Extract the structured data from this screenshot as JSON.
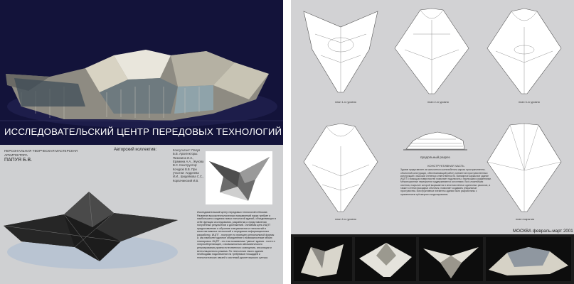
{
  "title": "ИССЛЕДОВАТЕЛЬСКИЙ ЦЕНТР ПЕРЕДОВЫХ ТЕХНОЛОГИЙ",
  "studio": "ПЕРСОНАЛЬНАЯ ТВОРЧЕСКАЯ МАСТЕРСКАЯ АРХИТЕКТОРА",
  "author": "ПАПУЯ Б.В.",
  "team_heading": "Авторский коллектив:",
  "team": "Консультант: Папуя Б.В. Архитекторы: Пизинина И.З., Ерамина А.А., Жукова В.С. Конструктор: Кочуров В.В. При участии: Андреева И.И., Шидейкова С.С., Корпачинский И.В.",
  "description": "Исследовательский центр передовых технологий в Москве. Развитие высокотехнологичных направлений науки требует и наибольшего создания новых типологий зданий, объединяющих в себе функции исследования, разработки и представления полученных результатов и достижений. Основная цель ИЦПТ предоставление и обучение специалистов и технологий в качестве важных технологий и передовых информационных разработок. ИЦПТ - построен по принципу региональной формы и, как наиболее удачное объединение с возможностями гибких планировок. ИЦПТ - это так называемые 'умные' здания - почти и энергосберегающие, с возможностью автоматического регулирования уровня естественного освещения, инсоляции и вентиляционного режима. По технологии такого здания необходимо подключение на требуемые площадей и технологических связей с системой диспетчерского центра.",
  "plans": [
    {
      "label": "план 1-го уровня"
    },
    {
      "label": "план 2-го уровня"
    },
    {
      "label": "план 3-го уровня"
    },
    {
      "label": "план 4-го уровня"
    },
    {
      "label": "план покрытия"
    }
  ],
  "section_label": "продольный разрез",
  "constr_heading": "КОНСТРУКТИВНАЯ ЧАСТЬ",
  "constr_text": "Здание представляет из монолитного железобетона каркас пространственно-оболочной конструкции, обеспечивающий работу элементов пространственных конструкций с высокой степенью ответственности. Всемирное каркасное здание ИЦПТ с помощью поверхностей позволяет подключить к наилучшим соединениям. Межсекционные перекрытия поддерживаются колоннами. Вся сложнейшая система, покрытие которой выражается в многочисленных одиночных раскосах, а также в стенах фасадных оболочек, позволяет создавать уникальные пространства. Конструктивные элементы здания были разработаны с применением трёхмерного моделирования.",
  "date": "МОСКВА февраль-март 2001",
  "colors": {
    "night": "#13133a",
    "panel": "#cfd0d2",
    "right_panel": "#d2d2d4",
    "photo_strip": "#1c1c1c"
  }
}
